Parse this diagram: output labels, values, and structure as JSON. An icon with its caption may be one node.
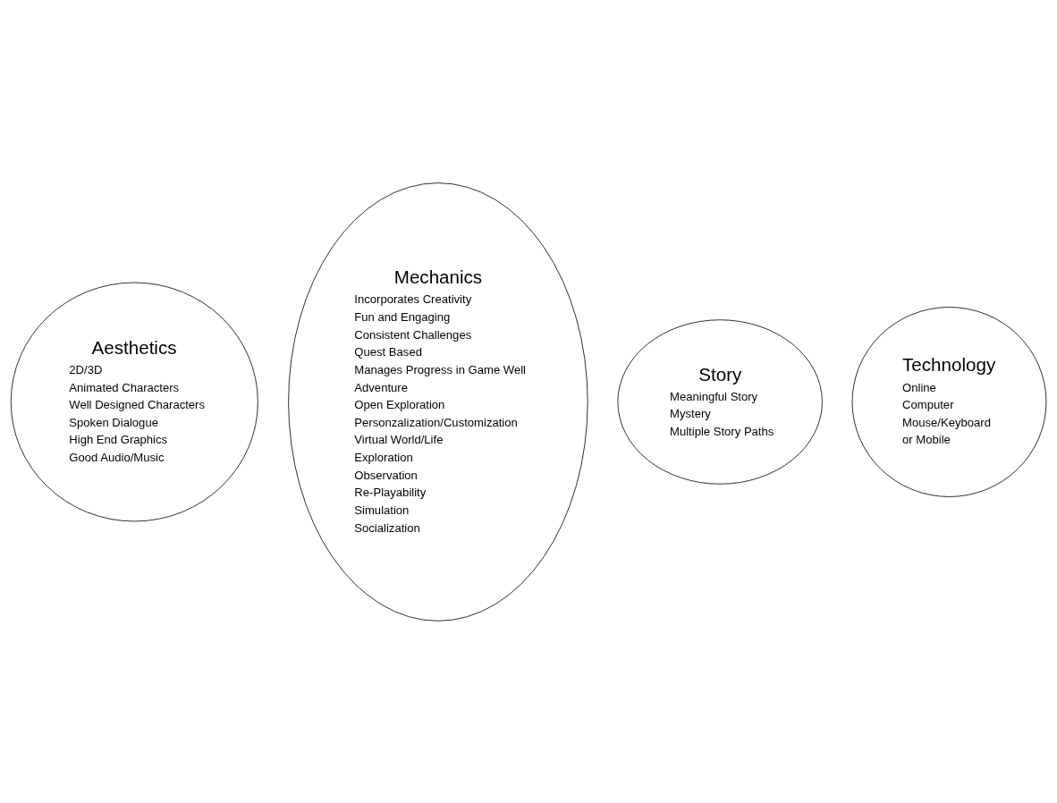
{
  "diagram": {
    "nodes": [
      {
        "text": [
          "Aesthetics",
          "2D/3D",
          "Animated Characters",
          "Well Designed Characters",
          "Spoken Dialogue",
          "High End Graphics",
          "Good Audio/Music"
        ]
      },
      {
        "text": [
          "Mechanics",
          "Incorporates Creativity",
          "Fun and Engaging",
          "Consistent Challenges",
          "Quest Based",
          "Manages Progress in Game Well",
          "Adventure",
          "Open Exploration",
          "Personzalization/Customization",
          "Virtual World/Life",
          "Exploration",
          "Observation",
          "Re-Playability",
          "Simulation",
          "Socialization"
        ]
      },
      {
        "text": [
          "Story",
          "Meaningful Story",
          "Mystery",
          "Multiple Story Paths"
        ]
      },
      {
        "text": [
          "Technology",
          "Online",
          "Computer",
          "Mouse/Keyboard",
          "or Mobile"
        ]
      }
    ],
    "edges": []
  }
}
